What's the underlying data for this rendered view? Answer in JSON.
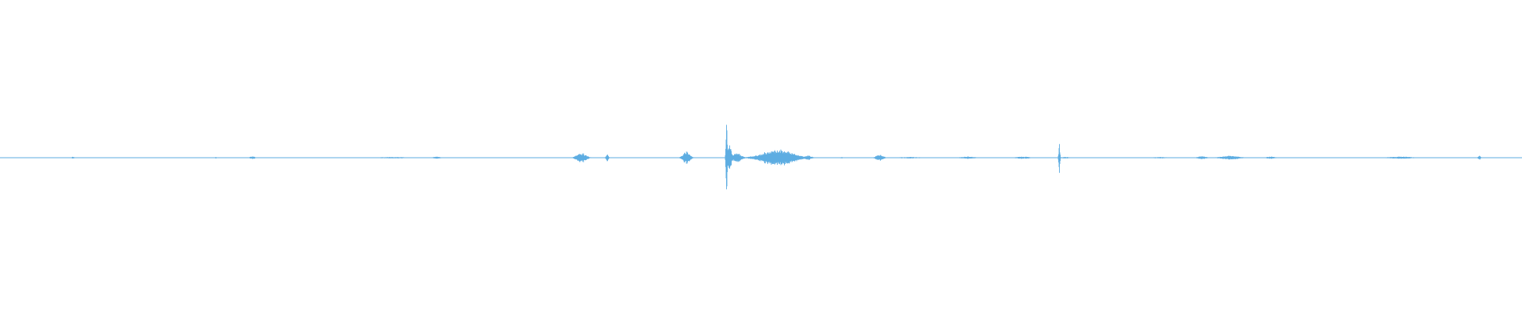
{
  "chart_data": {
    "type": "waveform",
    "title": "",
    "xlabel": "",
    "ylabel": "",
    "x_range": [
      0,
      1
    ],
    "amplitude_range": [
      -1,
      1
    ],
    "grid": false,
    "legend": "none",
    "color": "#5DADE2",
    "baseline_amplitude": 0.005,
    "events": [
      {
        "t": 0.048,
        "amp": 0.03,
        "dur": 0.001
      },
      {
        "t": 0.105,
        "amp": 0.01,
        "dur": 0.01
      },
      {
        "t": 0.142,
        "amp": 0.02,
        "dur": 0.001
      },
      {
        "t": 0.166,
        "amp": 0.04,
        "dur": 0.002
      },
      {
        "t": 0.21,
        "amp": 0.008,
        "dur": 0.01
      },
      {
        "t": 0.258,
        "amp": 0.02,
        "dur": 0.012
      },
      {
        "t": 0.287,
        "amp": 0.03,
        "dur": 0.003
      },
      {
        "t": 0.32,
        "amp": 0.01,
        "dur": 0.01
      },
      {
        "t": 0.357,
        "amp": 0.008,
        "dur": 0.004
      },
      {
        "t": 0.382,
        "amp": 0.13,
        "dur": 0.004
      },
      {
        "t": 0.399,
        "amp": 0.1,
        "dur": 0.001
      },
      {
        "t": 0.451,
        "amp": 0.16,
        "dur": 0.003
      },
      {
        "t": 0.4775,
        "amp": 0.98,
        "dur": 0.0006
      },
      {
        "t": 0.4792,
        "amp": 0.45,
        "dur": 0.0015
      },
      {
        "t": 0.484,
        "amp": 0.12,
        "dur": 0.004
      },
      {
        "t": 0.511,
        "amp": 0.22,
        "dur": 0.013
      },
      {
        "t": 0.531,
        "amp": 0.06,
        "dur": 0.003
      },
      {
        "t": 0.553,
        "amp": 0.02,
        "dur": 0.001
      },
      {
        "t": 0.578,
        "amp": 0.08,
        "dur": 0.003
      },
      {
        "t": 0.598,
        "amp": 0.02,
        "dur": 0.012
      },
      {
        "t": 0.636,
        "amp": 0.03,
        "dur": 0.006
      },
      {
        "t": 0.672,
        "amp": 0.03,
        "dur": 0.006
      },
      {
        "t": 0.696,
        "amp": 0.42,
        "dur": 0.0005
      },
      {
        "t": 0.7,
        "amp": 0.02,
        "dur": 0.006
      },
      {
        "t": 0.762,
        "amp": 0.02,
        "dur": 0.006
      },
      {
        "t": 0.79,
        "amp": 0.04,
        "dur": 0.004
      },
      {
        "t": 0.808,
        "amp": 0.05,
        "dur": 0.008
      },
      {
        "t": 0.835,
        "amp": 0.03,
        "dur": 0.004
      },
      {
        "t": 0.87,
        "amp": 0.01,
        "dur": 0.02
      },
      {
        "t": 0.92,
        "amp": 0.03,
        "dur": 0.01
      },
      {
        "t": 0.972,
        "amp": 0.06,
        "dur": 0.001
      }
    ]
  }
}
